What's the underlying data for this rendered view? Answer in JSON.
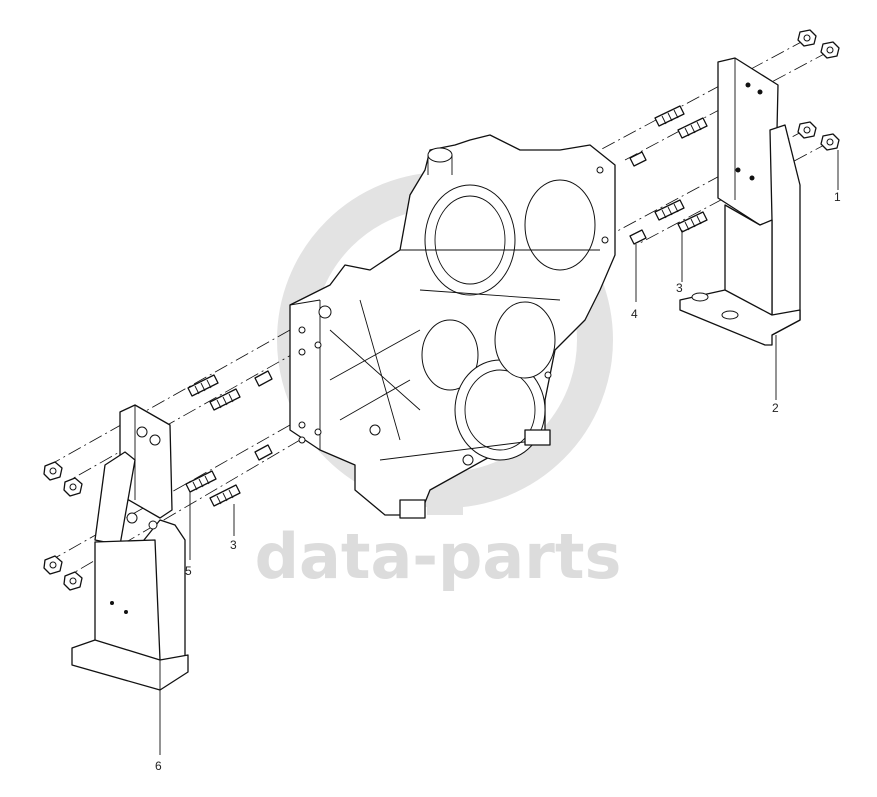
{
  "watermark": {
    "text": "data-parts"
  },
  "callouts": [
    {
      "id": "1",
      "text": "1"
    },
    {
      "id": "2",
      "text": "2"
    },
    {
      "id": "3a",
      "text": "3"
    },
    {
      "id": "4",
      "text": "4"
    },
    {
      "id": "5",
      "text": "5"
    },
    {
      "id": "3b",
      "text": "3"
    },
    {
      "id": "6",
      "text": "6"
    }
  ],
  "colors": {
    "line": "#111111",
    "watermark": "#dcdcdc",
    "background": "#ffffff"
  }
}
